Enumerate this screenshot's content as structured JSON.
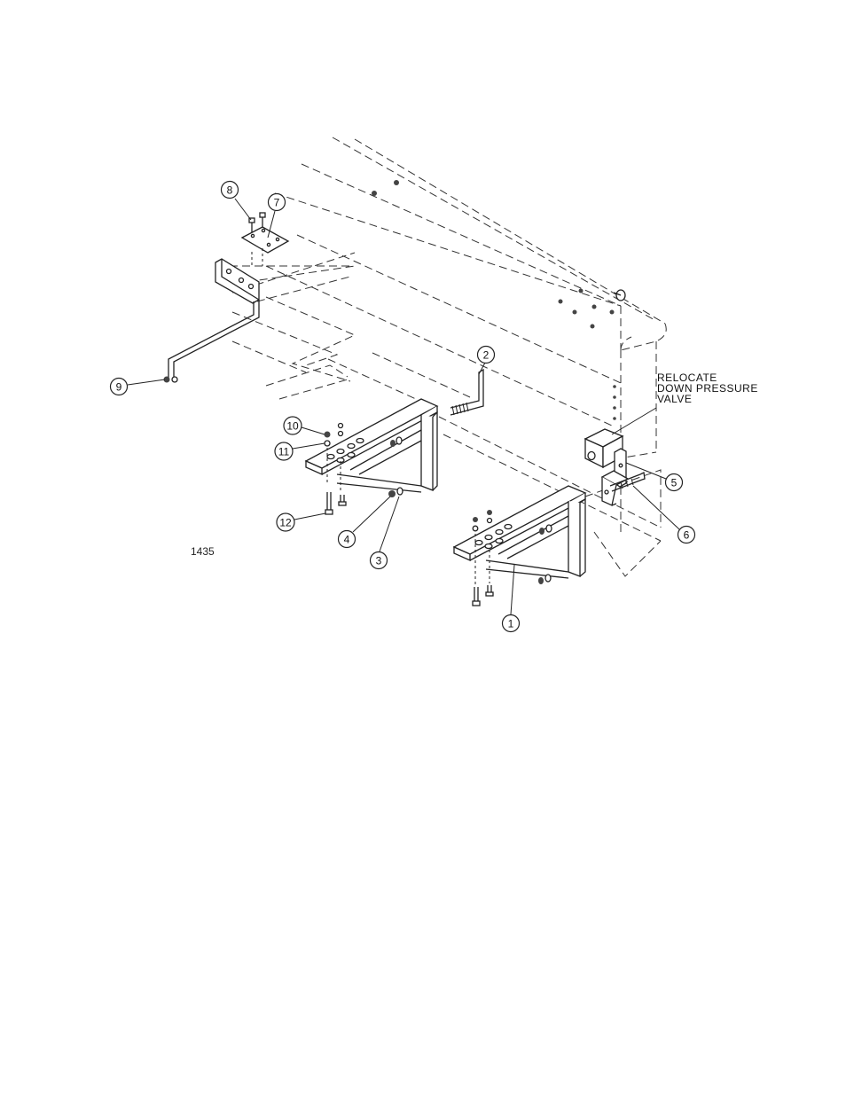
{
  "drawing": {
    "number": "1435",
    "note_lines": [
      "RELOCATE",
      "DOWN PRESSURE",
      "VALVE"
    ]
  },
  "callouts": [
    {
      "id": "c1",
      "label": "1"
    },
    {
      "id": "c2",
      "label": "2"
    },
    {
      "id": "c3",
      "label": "3"
    },
    {
      "id": "c4",
      "label": "4"
    },
    {
      "id": "c5",
      "label": "5"
    },
    {
      "id": "c6",
      "label": "6"
    },
    {
      "id": "c7",
      "label": "7"
    },
    {
      "id": "c8",
      "label": "8"
    },
    {
      "id": "c9",
      "label": "9"
    },
    {
      "id": "c10",
      "label": "10"
    },
    {
      "id": "c11",
      "label": "11"
    },
    {
      "id": "c12",
      "label": "12"
    }
  ]
}
